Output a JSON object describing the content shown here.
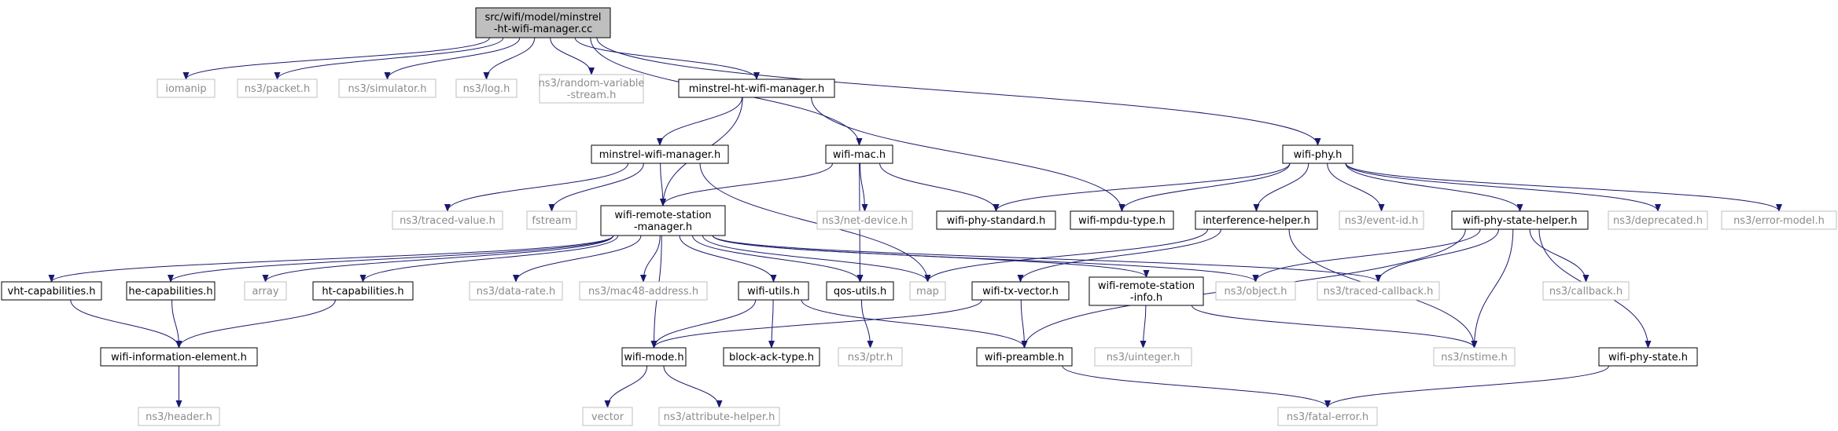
{
  "colors": {
    "root_fill": "#bfbfbf",
    "node_stroke": "#000000",
    "external_stroke": "#bfbfbf",
    "text_internal": "#000000",
    "text_external": "#8c8c8c",
    "edge": "#191970"
  },
  "nodes": [
    {
      "id": "root",
      "kind": "root",
      "lines": [
        "src/wifi/model/minstrel",
        "-ht-wifi-manager.cc"
      ]
    },
    {
      "id": "iomanip",
      "kind": "external",
      "lines": [
        "iomanip"
      ]
    },
    {
      "id": "packet",
      "kind": "external",
      "lines": [
        "ns3/packet.h"
      ]
    },
    {
      "id": "simulator",
      "kind": "external",
      "lines": [
        "ns3/simulator.h"
      ]
    },
    {
      "id": "log",
      "kind": "external",
      "lines": [
        "ns3/log.h"
      ]
    },
    {
      "id": "randvar",
      "kind": "external",
      "lines": [
        "ns3/random-variable",
        "-stream.h"
      ]
    },
    {
      "id": "mht",
      "kind": "internal",
      "lines": [
        "minstrel-ht-wifi-manager.h"
      ]
    },
    {
      "id": "mwm",
      "kind": "internal",
      "lines": [
        "minstrel-wifi-manager.h"
      ]
    },
    {
      "id": "wmac",
      "kind": "internal",
      "lines": [
        "wifi-mac.h"
      ]
    },
    {
      "id": "wphy",
      "kind": "internal",
      "lines": [
        "wifi-phy.h"
      ]
    },
    {
      "id": "tracedval",
      "kind": "external",
      "lines": [
        "ns3/traced-value.h"
      ]
    },
    {
      "id": "fstream",
      "kind": "external",
      "lines": [
        "fstream"
      ]
    },
    {
      "id": "wrsm",
      "kind": "internal",
      "lines": [
        "wifi-remote-station",
        "-manager.h"
      ]
    },
    {
      "id": "netdev",
      "kind": "external",
      "lines": [
        "ns3/net-device.h"
      ]
    },
    {
      "id": "wps",
      "kind": "internal",
      "lines": [
        "wifi-phy-standard.h"
      ]
    },
    {
      "id": "wmpdu",
      "kind": "internal",
      "lines": [
        "wifi-mpdu-type.h"
      ]
    },
    {
      "id": "ih",
      "kind": "internal",
      "lines": [
        "interference-helper.h"
      ]
    },
    {
      "id": "eventid",
      "kind": "external",
      "lines": [
        "ns3/event-id.h"
      ]
    },
    {
      "id": "wpsh",
      "kind": "internal",
      "lines": [
        "wifi-phy-state-helper.h"
      ]
    },
    {
      "id": "deprecated",
      "kind": "external",
      "lines": [
        "ns3/deprecated.h"
      ]
    },
    {
      "id": "errmodel",
      "kind": "external",
      "lines": [
        "ns3/error-model.h"
      ]
    },
    {
      "id": "vht",
      "kind": "internal",
      "lines": [
        "vht-capabilities.h"
      ]
    },
    {
      "id": "he",
      "kind": "internal",
      "lines": [
        "he-capabilities.h"
      ]
    },
    {
      "id": "array",
      "kind": "external",
      "lines": [
        "array"
      ]
    },
    {
      "id": "ht",
      "kind": "internal",
      "lines": [
        "ht-capabilities.h"
      ]
    },
    {
      "id": "datarate",
      "kind": "external",
      "lines": [
        "ns3/data-rate.h"
      ]
    },
    {
      "id": "mac48",
      "kind": "external",
      "lines": [
        "ns3/mac48-address.h"
      ]
    },
    {
      "id": "wutils",
      "kind": "internal",
      "lines": [
        "wifi-utils.h"
      ]
    },
    {
      "id": "qos",
      "kind": "internal",
      "lines": [
        "qos-utils.h"
      ]
    },
    {
      "id": "map",
      "kind": "external",
      "lines": [
        "map"
      ]
    },
    {
      "id": "wtxv",
      "kind": "internal",
      "lines": [
        "wifi-tx-vector.h"
      ]
    },
    {
      "id": "wrsi",
      "kind": "internal",
      "lines": [
        "wifi-remote-station",
        "-info.h"
      ]
    },
    {
      "id": "object",
      "kind": "external",
      "lines": [
        "ns3/object.h"
      ]
    },
    {
      "id": "tracedcb",
      "kind": "external",
      "lines": [
        "ns3/traced-callback.h"
      ]
    },
    {
      "id": "callback",
      "kind": "external",
      "lines": [
        "ns3/callback.h"
      ]
    },
    {
      "id": "wie",
      "kind": "internal",
      "lines": [
        "wifi-information-element.h"
      ]
    },
    {
      "id": "wmode",
      "kind": "internal",
      "lines": [
        "wifi-mode.h"
      ]
    },
    {
      "id": "bat",
      "kind": "internal",
      "lines": [
        "block-ack-type.h"
      ]
    },
    {
      "id": "ptr",
      "kind": "external",
      "lines": [
        "ns3/ptr.h"
      ]
    },
    {
      "id": "wpre",
      "kind": "internal",
      "lines": [
        "wifi-preamble.h"
      ]
    },
    {
      "id": "uinteger",
      "kind": "external",
      "lines": [
        "ns3/uinteger.h"
      ]
    },
    {
      "id": "nstime",
      "kind": "external",
      "lines": [
        "ns3/nstime.h"
      ]
    },
    {
      "id": "wpstate",
      "kind": "internal",
      "lines": [
        "wifi-phy-state.h"
      ]
    },
    {
      "id": "header",
      "kind": "external",
      "lines": [
        "ns3/header.h"
      ]
    },
    {
      "id": "vector",
      "kind": "external",
      "lines": [
        "vector"
      ]
    },
    {
      "id": "attrhelper",
      "kind": "external",
      "lines": [
        "ns3/attribute-helper.h"
      ]
    },
    {
      "id": "fatal",
      "kind": "external",
      "lines": [
        "ns3/fatal-error.h"
      ]
    }
  ],
  "edges": [
    [
      "root",
      "iomanip"
    ],
    [
      "root",
      "packet"
    ],
    [
      "root",
      "simulator"
    ],
    [
      "root",
      "log"
    ],
    [
      "root",
      "randvar"
    ],
    [
      "root",
      "mht"
    ],
    [
      "root",
      "wmac"
    ],
    [
      "root",
      "wphy"
    ],
    [
      "mht",
      "mwm"
    ],
    [
      "mht",
      "wrsm"
    ],
    [
      "mht",
      "wmpdu"
    ],
    [
      "mwm",
      "tracedval"
    ],
    [
      "mwm",
      "fstream"
    ],
    [
      "mwm",
      "wrsm"
    ],
    [
      "mwm",
      "map"
    ],
    [
      "wmac",
      "wrsm"
    ],
    [
      "wmac",
      "netdev"
    ],
    [
      "wmac",
      "wps"
    ],
    [
      "wmac",
      "qos"
    ],
    [
      "wphy",
      "wps"
    ],
    [
      "wphy",
      "wmpdu"
    ],
    [
      "wphy",
      "ih"
    ],
    [
      "wphy",
      "eventid"
    ],
    [
      "wphy",
      "wpsh"
    ],
    [
      "wphy",
      "deprecated"
    ],
    [
      "wphy",
      "errmodel"
    ],
    [
      "wrsm",
      "vht"
    ],
    [
      "wrsm",
      "he"
    ],
    [
      "wrsm",
      "array"
    ],
    [
      "wrsm",
      "ht"
    ],
    [
      "wrsm",
      "datarate"
    ],
    [
      "wrsm",
      "mac48"
    ],
    [
      "wrsm",
      "wutils"
    ],
    [
      "wrsm",
      "qos"
    ],
    [
      "wrsm",
      "map"
    ],
    [
      "wrsm",
      "wrsi"
    ],
    [
      "wrsm",
      "object"
    ],
    [
      "wrsm",
      "tracedcb"
    ],
    [
      "wrsm",
      "wmode"
    ],
    [
      "ih",
      "map"
    ],
    [
      "ih",
      "wtxv"
    ],
    [
      "ih",
      "nstime"
    ],
    [
      "wpsh",
      "object"
    ],
    [
      "wpsh",
      "tracedcb"
    ],
    [
      "wpsh",
      "callback"
    ],
    [
      "wpsh",
      "nstime"
    ],
    [
      "wpsh",
      "wpstate"
    ],
    [
      "wpsh",
      "wpre"
    ],
    [
      "vht",
      "wie"
    ],
    [
      "he",
      "wie"
    ],
    [
      "ht",
      "wie"
    ],
    [
      "wutils",
      "wmode"
    ],
    [
      "wutils",
      "bat"
    ],
    [
      "wutils",
      "wpre"
    ],
    [
      "qos",
      "ptr"
    ],
    [
      "wtxv",
      "wmode"
    ],
    [
      "wtxv",
      "wpre"
    ],
    [
      "wrsi",
      "uinteger"
    ],
    [
      "wrsi",
      "nstime"
    ],
    [
      "wie",
      "header"
    ],
    [
      "wmode",
      "vector"
    ],
    [
      "wmode",
      "attrhelper"
    ],
    [
      "wpre",
      "fatal"
    ],
    [
      "wpstate",
      "fatal"
    ]
  ]
}
